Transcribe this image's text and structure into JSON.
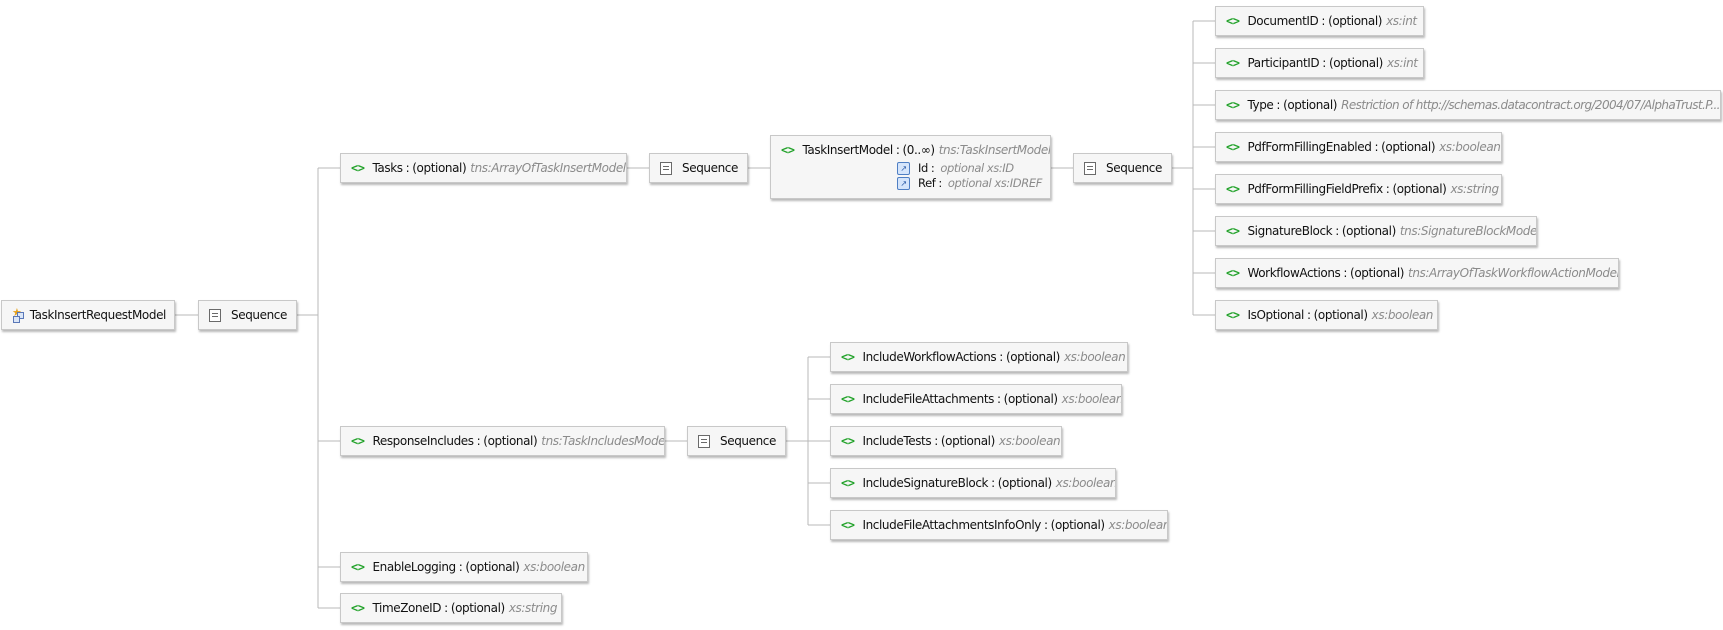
{
  "diagram": {
    "root": {
      "label": "TaskInsertRequestModel",
      "icon": "element-root-icon"
    },
    "root_sequence": {
      "label": "Sequence",
      "icon": "sequence-icon"
    },
    "tasks": {
      "name": "Tasks",
      "occurrence": "(optional)",
      "type": "tns:ArrayOfTaskInsertModel",
      "sequence": {
        "label": "Sequence"
      },
      "task_insert_model": {
        "name": "TaskInsertModel",
        "occurrence": "(0..∞)",
        "type": "tns:TaskInsertModel",
        "attributes": [
          {
            "name": "Id",
            "optional": "optional",
            "type": "xs:ID"
          },
          {
            "name": "Ref",
            "optional": "optional",
            "type": "xs:IDREF"
          }
        ],
        "sequence": {
          "label": "Sequence"
        },
        "children": [
          {
            "name": "DocumentID",
            "occurrence": "(optional)",
            "type": "xs:int"
          },
          {
            "name": "ParticipantID",
            "occurrence": "(optional)",
            "type": "xs:int"
          },
          {
            "name": "Type",
            "occurrence": "(optional)",
            "type": "Restriction of http://schemas.datacontract.org/2004/07/AlphaTrust.P..."
          },
          {
            "name": "PdfFormFillingEnabled",
            "occurrence": "(optional)",
            "type": "xs:boolean"
          },
          {
            "name": "PdfFormFillingFieldPrefix",
            "occurrence": "(optional)",
            "type": "xs:string"
          },
          {
            "name": "SignatureBlock",
            "occurrence": "(optional)",
            "type": "tns:SignatureBlockModel"
          },
          {
            "name": "WorkflowActions",
            "occurrence": "(optional)",
            "type": "tns:ArrayOfTaskWorkflowActionModel"
          },
          {
            "name": "IsOptional",
            "occurrence": "(optional)",
            "type": "xs:boolean"
          }
        ]
      }
    },
    "response_includes": {
      "name": "ResponseIncludes",
      "occurrence": "(optional)",
      "type": "tns:TaskIncludesModel",
      "sequence": {
        "label": "Sequence"
      },
      "children": [
        {
          "name": "IncludeWorkflowActions",
          "occurrence": "(optional)",
          "type": "xs:boolean"
        },
        {
          "name": "IncludeFileAttachments",
          "occurrence": "(optional)",
          "type": "xs:boolean"
        },
        {
          "name": "IncludeTests",
          "occurrence": "(optional)",
          "type": "xs:boolean"
        },
        {
          "name": "IncludeSignatureBlock",
          "occurrence": "(optional)",
          "type": "xs:boolean"
        },
        {
          "name": "IncludeFileAttachmentsInfoOnly",
          "occurrence": "(optional)",
          "type": "xs:boolean"
        }
      ]
    },
    "enable_logging": {
      "name": "EnableLogging",
      "occurrence": "(optional)",
      "type": "xs:boolean"
    },
    "time_zone_id": {
      "name": "TimeZoneID",
      "occurrence": "(optional)",
      "type": "xs:string"
    },
    "colors": {
      "element_icon": "#22a22a",
      "type_text": "#8b8b8b",
      "connector": "#b8b8b8",
      "node_fill": "#f6f6f6",
      "node_border": "#c8c8c8"
    }
  }
}
